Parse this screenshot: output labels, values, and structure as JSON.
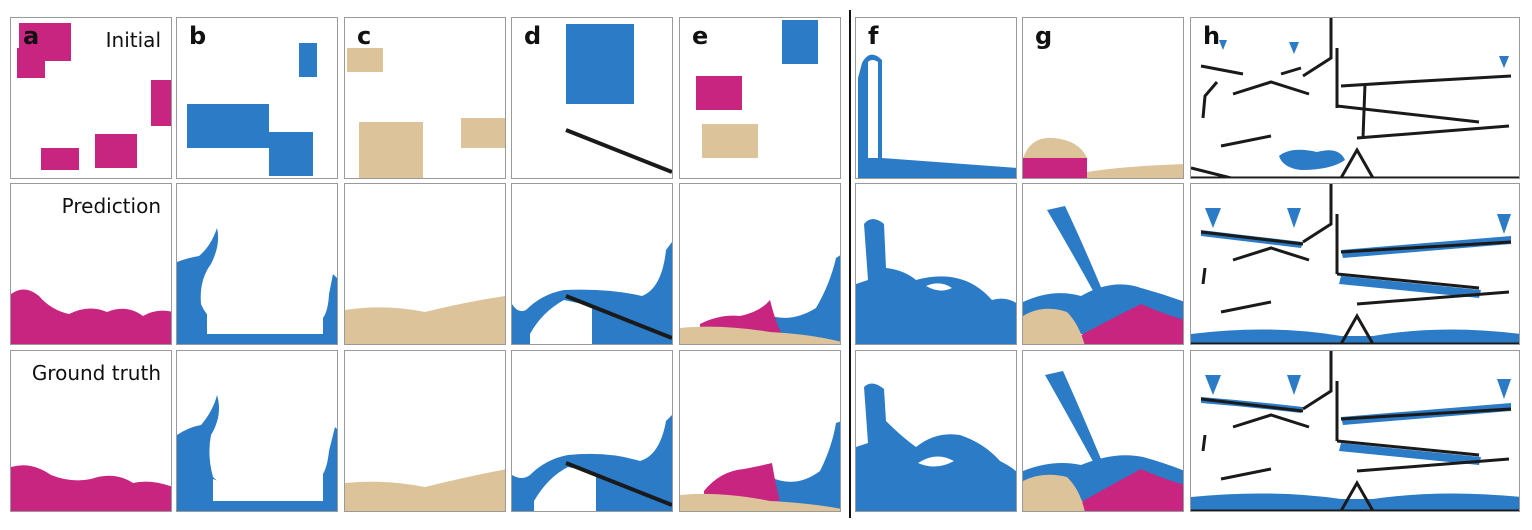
{
  "figure": {
    "row_labels": [
      "Initial",
      "Prediction",
      "Ground truth"
    ],
    "columns": [
      {
        "letter": "a"
      },
      {
        "letter": "b"
      },
      {
        "letter": "c"
      },
      {
        "letter": "d"
      },
      {
        "letter": "e"
      },
      {
        "letter": "f"
      },
      {
        "letter": "g"
      },
      {
        "letter": "h"
      }
    ]
  },
  "colors": {
    "water": "#2c7bc6",
    "goop": "#c7257f",
    "sand": "#dcc39a",
    "obstacle": "#1a1a1a",
    "border": "#9a9a9a"
  }
}
